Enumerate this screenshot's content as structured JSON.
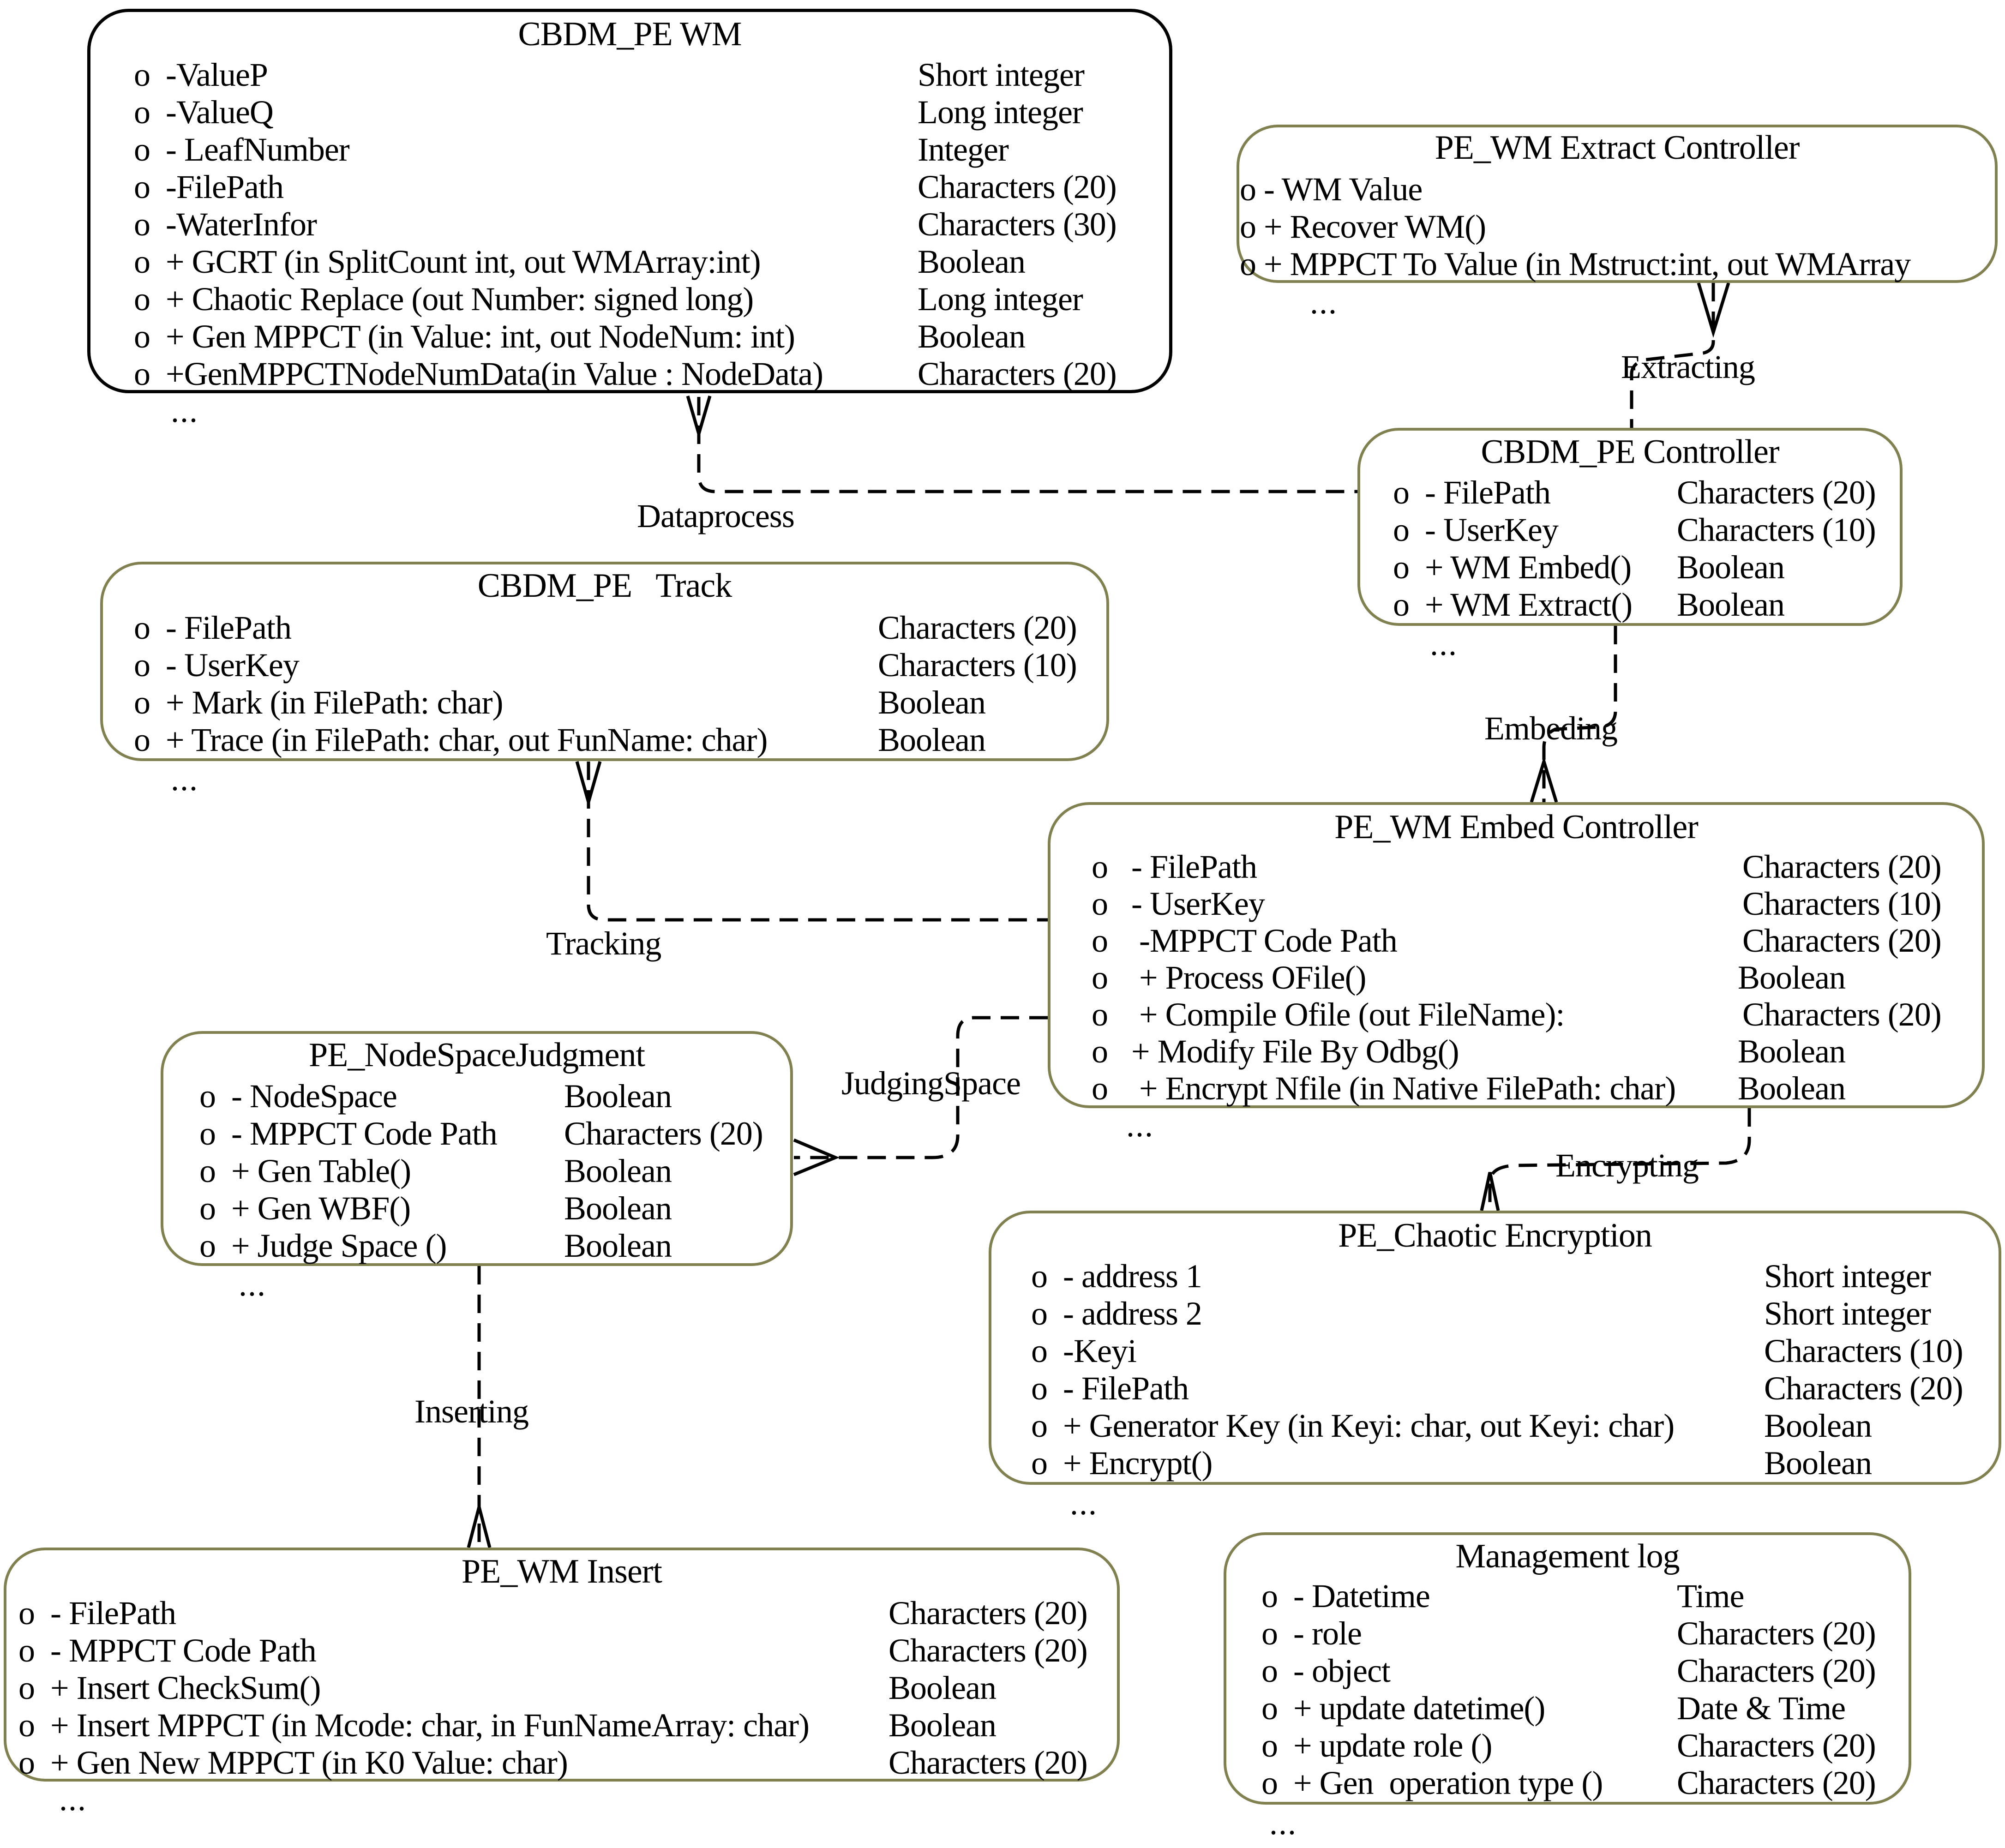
{
  "classes": {
    "wm": {
      "title": "CBDM_PE WM",
      "rows": [
        {
          "name": "o  -ValueP",
          "type": "Short integer"
        },
        {
          "name": "o  -ValueQ",
          "type": "Long integer"
        },
        {
          "name": "o  - LeafNumber",
          "type": "Integer"
        },
        {
          "name": "o  -FilePath",
          "type": "Characters (20)"
        },
        {
          "name": "o  -WaterInfor",
          "type": "Characters (30)"
        },
        {
          "name": "o  + GCRT (in SplitCount int, out WMArray:int)",
          "type": "Boolean"
        },
        {
          "name": "o  + Chaotic Replace (out Number: signed long)",
          "type": "Long integer"
        },
        {
          "name": "o  + Gen MPPCT (in Value: int, out NodeNum: int)",
          "type": "Boolean"
        },
        {
          "name": "o  +GenMPPCTNodeNumData(in Value : NodeData)",
          "type": "Characters (20)"
        }
      ],
      "more": "..."
    },
    "extract_controller": {
      "title": "PE_WM Extract Controller",
      "rows": [
        {
          "name": "o - WM Value",
          "type": ""
        },
        {
          "name": "o + Recover WM()",
          "type": ""
        },
        {
          "name": "o + MPPCT To Value (in Mstruct:int, out WMArray",
          "type": ""
        }
      ],
      "more": "..."
    },
    "controller": {
      "title": "CBDM_PE Controller",
      "rows": [
        {
          "name": "o  - FilePath",
          "type": "Characters (20)"
        },
        {
          "name": "o  - UserKey",
          "type": "Characters (10)"
        },
        {
          "name": "o  + WM Embed()",
          "type": "Boolean"
        },
        {
          "name": "o  + WM Extract()",
          "type": "Boolean"
        }
      ],
      "more": "..."
    },
    "track": {
      "title": "CBDM_PE   Track",
      "rows": [
        {
          "name": "o  - FilePath",
          "type": "Characters (20)"
        },
        {
          "name": "o  - UserKey",
          "type": "Characters (10)"
        },
        {
          "name": "o  + Mark (in FilePath: char)",
          "type": "Boolean"
        },
        {
          "name": "o  + Trace (in FilePath: char, out FunName: char)",
          "type": "Boolean"
        }
      ],
      "more": "..."
    },
    "embed_controller": {
      "title": "PE_WM Embed Controller",
      "rows": [
        {
          "name": "o   - FilePath",
          "type": "Characters (20)"
        },
        {
          "name": "o   - UserKey",
          "type": "Characters (10)"
        },
        {
          "name": "o    -MPPCT Code Path",
          "type": "Characters (20)"
        },
        {
          "name": "o    + Process OFile()",
          "type": "Boolean"
        },
        {
          "name": "o    + Compile Ofile (out FileName):",
          "type": "Characters (20)"
        },
        {
          "name": "o   + Modify File By Odbg()",
          "type": "Boolean"
        },
        {
          "name": "o    + Encrypt Nfile (in Native FilePath: char)",
          "type": "Boolean"
        }
      ],
      "more": "..."
    },
    "nodespace": {
      "title": "PE_NodeSpaceJudgment",
      "rows": [
        {
          "name": "o  - NodeSpace",
          "type": "Boolean"
        },
        {
          "name": "o  - MPPCT Code Path",
          "type": "Characters (20)"
        },
        {
          "name": "o  + Gen Table()",
          "type": "Boolean"
        },
        {
          "name": "o  + Gen WBF()",
          "type": "Boolean"
        },
        {
          "name": "o  + Judge Space ()",
          "type": "Boolean"
        }
      ],
      "more": "..."
    },
    "chaotic": {
      "title": "PE_Chaotic Encryption",
      "rows": [
        {
          "name": "o  - address 1",
          "type": "Short integer"
        },
        {
          "name": "o  - address 2",
          "type": "Short integer"
        },
        {
          "name": "o  -Keyi",
          "type": "Characters (10)"
        },
        {
          "name": "o  - FilePath",
          "type": "Characters (20)"
        },
        {
          "name": "o  + Generator Key (in Keyi: char, out Keyi: char)",
          "type": "Boolean"
        },
        {
          "name": "o  + Encrypt()",
          "type": "Boolean"
        }
      ],
      "more": "..."
    },
    "insert": {
      "title": "PE_WM Insert",
      "rows": [
        {
          "name": "o  - FilePath",
          "type": "Characters (20)"
        },
        {
          "name": "o  - MPPCT Code Path",
          "type": "Characters (20)"
        },
        {
          "name": "o  + Insert CheckSum()",
          "type": "Boolean"
        },
        {
          "name": "o  + Insert MPPCT (in Mcode: char, in FunNameArray: char)",
          "type": "Boolean"
        },
        {
          "name": "o  + Gen New MPPCT (in K0 Value: char)",
          "type": "Characters (20)"
        }
      ],
      "more": "..."
    },
    "mlog": {
      "title": "Management log",
      "rows": [
        {
          "name": "o  - Datetime",
          "type": "Time"
        },
        {
          "name": "o  - role",
          "type": "Characters (20)"
        },
        {
          "name": "o  - object",
          "type": "Characters (20)"
        },
        {
          "name": "o  + update datetime()",
          "type": "Date & Time"
        },
        {
          "name": "o  + update role ()",
          "type": "Characters (20)"
        },
        {
          "name": "o  + Gen  operation type ()",
          "type": "Characters (20)"
        }
      ],
      "more": "..."
    }
  },
  "relations": {
    "dataprocess": "Dataprocess",
    "extracting": "Extracting",
    "embeding": "Embeding",
    "tracking": "Tracking",
    "judging_space": "JudgingSpace",
    "encrypting": "Encrypting",
    "inserting": "Inserting"
  },
  "colors": {
    "box_border": "#808050",
    "main_box_border": "#000000",
    "line": "#000000"
  }
}
